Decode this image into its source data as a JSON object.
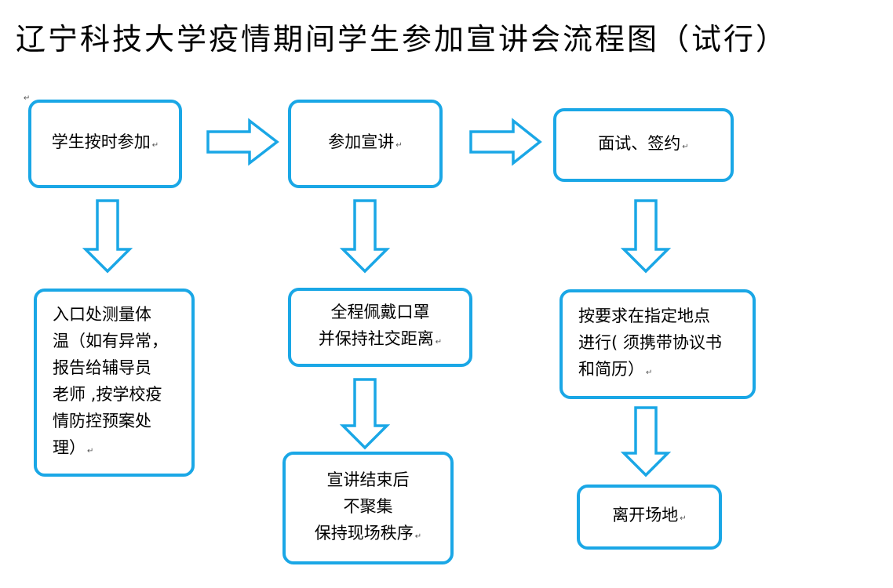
{
  "title": "辽宁科技大学疫情期间学生参加宣讲会流程图（试行）",
  "colors": {
    "border": "#1aa7e6",
    "arrow": "#1aa7e6"
  },
  "steps": {
    "s1": {
      "lines": [
        "学生按时参加"
      ]
    },
    "s2": {
      "lines": [
        "参加宣讲"
      ]
    },
    "s3": {
      "lines": [
        "面试、签约"
      ]
    },
    "s4": {
      "lines": [
        "入口处测量体",
        "温（如有异常，",
        "报告给辅导员",
        "老师 ,按学校疫",
        "情防控预案处",
        "理）"
      ]
    },
    "s5": {
      "lines": [
        "全程佩戴口罩",
        "并保持社交距离"
      ]
    },
    "s6": {
      "lines": [
        "宣讲结束后",
        "不聚集",
        "保持现场秩序"
      ]
    },
    "s7": {
      "lines": [
        "按要求在指定地点",
        "进行( 须携带协议书",
        "和简历）"
      ]
    },
    "s8": {
      "lines": [
        "离开场地"
      ]
    }
  },
  "return_mark": "↵"
}
